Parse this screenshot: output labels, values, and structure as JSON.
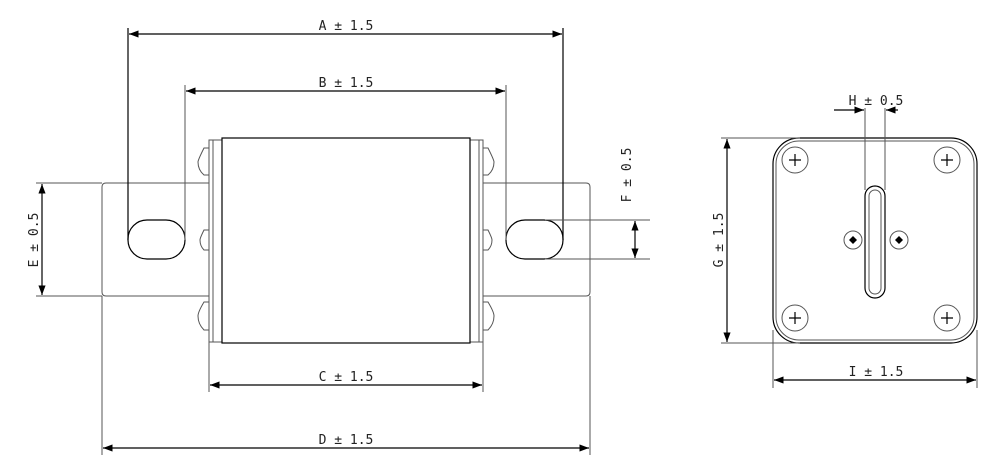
{
  "drawing": {
    "front_view": {
      "dim_a": "A ± 1.5",
      "dim_b": "B ± 1.5",
      "dim_c": "C ± 1.5",
      "dim_d": "D ± 1.5",
      "dim_e": "E ± 0.5",
      "dim_f": "F ± 0.5"
    },
    "side_view": {
      "dim_g": "G ± 1.5",
      "dim_h": "H ± 0.5",
      "dim_i": "I ± 1.5"
    }
  }
}
